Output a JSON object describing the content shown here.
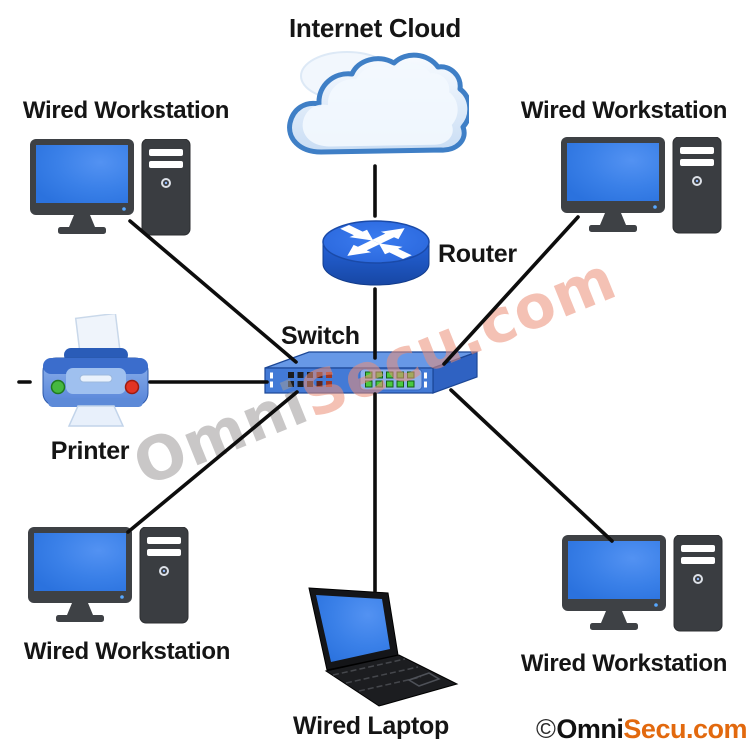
{
  "page": {
    "background_color": "#ffffff"
  },
  "diagram": {
    "nodes": {
      "internet_cloud": {
        "label": "Internet Cloud"
      },
      "router": {
        "label": "Router"
      },
      "switch": {
        "label": "Switch"
      },
      "printer": {
        "label": "Printer"
      },
      "workstation_top_left": {
        "label": "Wired Workstation"
      },
      "workstation_top_right": {
        "label": "Wired Workstation"
      },
      "workstation_bottom_left": {
        "label": "Wired Workstation"
      },
      "workstation_bottom_right": {
        "label": "Wired Workstation"
      },
      "wired_laptop": {
        "label": "Wired Laptop"
      }
    },
    "connections": [
      {
        "from": "internet_cloud",
        "to": "router"
      },
      {
        "from": "router",
        "to": "switch"
      },
      {
        "from": "switch",
        "to": "workstation_top_left"
      },
      {
        "from": "switch",
        "to": "workstation_top_right"
      },
      {
        "from": "switch",
        "to": "printer"
      },
      {
        "from": "switch",
        "to": "workstation_bottom_left"
      },
      {
        "from": "switch",
        "to": "wired_laptop"
      },
      {
        "from": "switch",
        "to": "workstation_bottom_right"
      }
    ]
  },
  "watermark": {
    "text_gray": "Omni",
    "text_red": "Secu.com",
    "color_gray": "#9e9b9b",
    "color_red": "#ec8f78"
  },
  "footer": {
    "copyright_symbol": "©",
    "brand_black": "Omni",
    "brand_orange": "Secu.com",
    "orange_color": "#e2690e"
  },
  "colors": {
    "screen_blue": "#2b72de",
    "router_blue": "#2763d8",
    "switch_blue": "#437ad6",
    "cloud_stroke_blue": "#3f7fc6",
    "line_black": "#0d0d0d"
  }
}
